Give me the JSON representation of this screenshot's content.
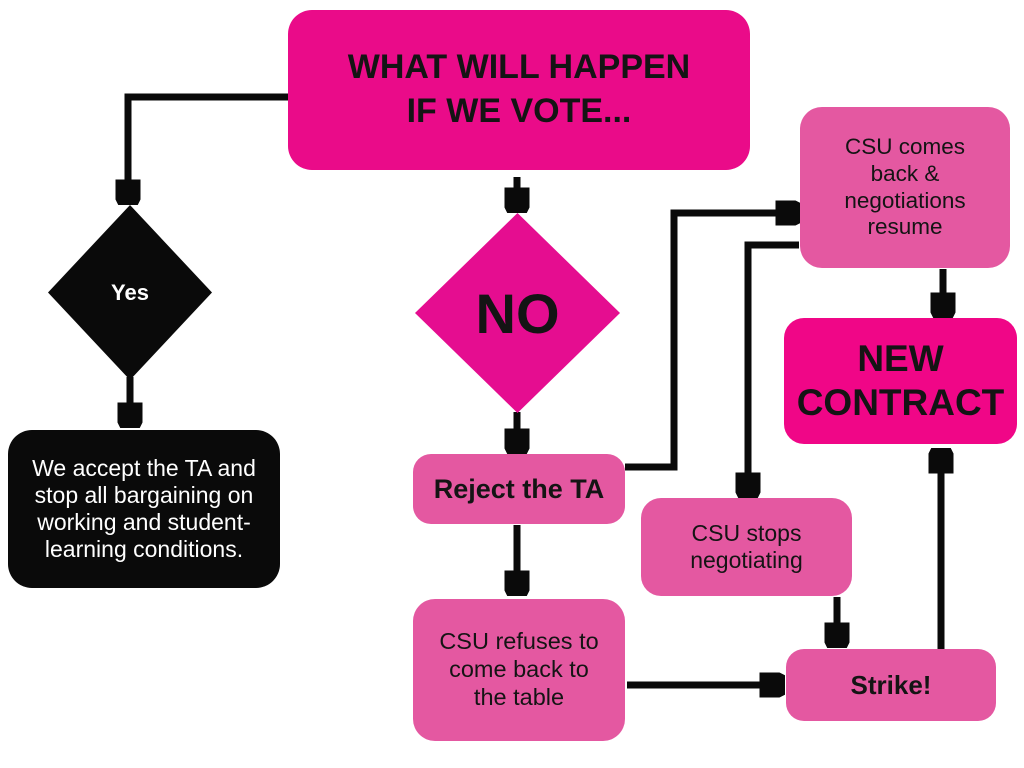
{
  "colors": {
    "title_pink": "#EA0B89",
    "diamond_pink": "#E50D90",
    "bright_pink": "#F00687",
    "medium_pink": "#E458A1",
    "node_black": "#0A0A0A",
    "dark_text": "#141414",
    "light_text": "#FFFFFF",
    "arrow": "#0A0A0A",
    "background": "#FFFFFF"
  },
  "nodes": {
    "title": {
      "line1": "WHAT WILL HAPPEN",
      "line2": "IF WE VOTE..."
    },
    "yes_diamond": {
      "label": "Yes"
    },
    "accept": {
      "text": "We accept the TA and stop all bargaining on working and student-learning conditions."
    },
    "no_diamond": {
      "label": "NO"
    },
    "reject": {
      "label": "Reject the TA"
    },
    "csu_refuses": {
      "text": "CSU refuses to come back to the table"
    },
    "csu_comes_back": {
      "text": "CSU comes back & negotiations resume"
    },
    "csu_stops": {
      "text": "CSU stops negotiating"
    },
    "new_contract": {
      "line1": "NEW",
      "line2": "CONTRACT"
    },
    "strike": {
      "label": "Strike!"
    }
  }
}
